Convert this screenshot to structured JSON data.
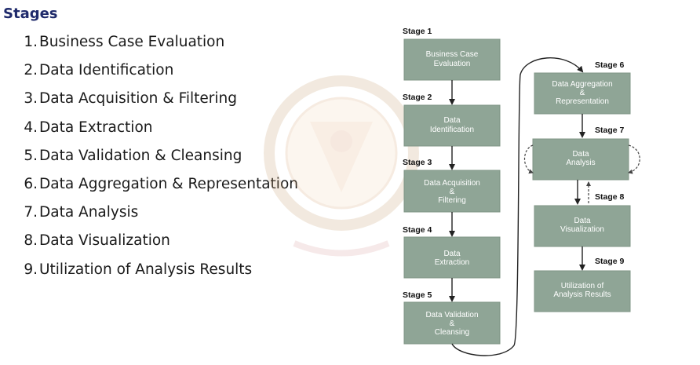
{
  "heading": "Stages",
  "stages": [
    {
      "num": "1.",
      "label": "Business Case Evaluation"
    },
    {
      "num": "2.",
      "label": "Data Identification"
    },
    {
      "num": "3.",
      "label": "Data Acquisition & Filtering"
    },
    {
      "num": "4.",
      "label": "Data Extraction"
    },
    {
      "num": "5.",
      "label": "Data Validation & Cleansing"
    },
    {
      "num": "6.",
      "label": "Data Aggregation & Representation"
    },
    {
      "num": "7.",
      "label": "Data Analysis"
    },
    {
      "num": "8.",
      "label": "Data Visualization"
    },
    {
      "num": "9.",
      "label": "Utilization of Analysis Results"
    }
  ],
  "diagram": {
    "boxes": [
      {
        "stage": "Stage 1",
        "lines": [
          "Business Case",
          "Evaluation"
        ]
      },
      {
        "stage": "Stage 2",
        "lines": [
          "Data",
          "Identification"
        ]
      },
      {
        "stage": "Stage 3",
        "lines": [
          "Data Acquisition",
          "&",
          "Filtering"
        ]
      },
      {
        "stage": "Stage 4",
        "lines": [
          "Data",
          "Extraction"
        ]
      },
      {
        "stage": "Stage 5",
        "lines": [
          "Data Validation",
          "&",
          "Cleansing"
        ]
      },
      {
        "stage": "Stage 6",
        "lines": [
          "Data Aggregation",
          "&",
          "Representation"
        ]
      },
      {
        "stage": "Stage 7",
        "lines": [
          "Data",
          "Analysis"
        ]
      },
      {
        "stage": "Stage 8",
        "lines": [
          "Data",
          "Visualization"
        ]
      },
      {
        "stage": "Stage 9",
        "lines": [
          "Utilization of",
          "Analysis Results"
        ]
      }
    ]
  },
  "colors": {
    "box_fill": "#8fa596",
    "heading": "#1f2a6b"
  }
}
